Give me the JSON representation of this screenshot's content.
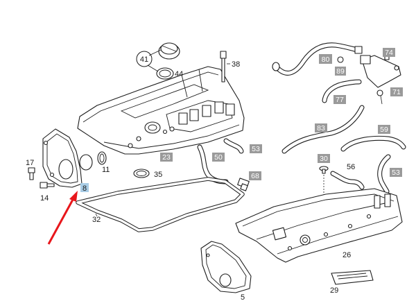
{
  "callouts": [
    {
      "id": "c41",
      "text": "41",
      "style": "circle"
    },
    {
      "id": "c44",
      "text": "44",
      "style": "plain"
    },
    {
      "id": "c38",
      "text": "38",
      "style": "plain"
    },
    {
      "id": "c80",
      "text": "80",
      "style": "box"
    },
    {
      "id": "c89",
      "text": "89",
      "style": "box"
    },
    {
      "id": "c74",
      "text": "74",
      "style": "box"
    },
    {
      "id": "c71",
      "text": "71",
      "style": "box"
    },
    {
      "id": "c77",
      "text": "77",
      "style": "box"
    },
    {
      "id": "c83",
      "text": "83",
      "style": "box"
    },
    {
      "id": "c59",
      "text": "59",
      "style": "box"
    },
    {
      "id": "c53a",
      "text": "53",
      "style": "box"
    },
    {
      "id": "c23",
      "text": "23",
      "style": "box"
    },
    {
      "id": "c50",
      "text": "50",
      "style": "box"
    },
    {
      "id": "c30",
      "text": "30",
      "style": "box"
    },
    {
      "id": "c56",
      "text": "56",
      "style": "plain"
    },
    {
      "id": "c53b",
      "text": "53",
      "style": "box"
    },
    {
      "id": "c17",
      "text": "17",
      "style": "plain"
    },
    {
      "id": "c11",
      "text": "11",
      "style": "plain"
    },
    {
      "id": "c35",
      "text": "35",
      "style": "plain"
    },
    {
      "id": "c68",
      "text": "68",
      "style": "box"
    },
    {
      "id": "c14",
      "text": "14",
      "style": "plain"
    },
    {
      "id": "c8",
      "text": "8",
      "style": "highlight"
    },
    {
      "id": "c32",
      "text": "32",
      "style": "plain"
    },
    {
      "id": "c26",
      "text": "26",
      "style": "plain"
    },
    {
      "id": "c29",
      "text": "29",
      "style": "plain"
    },
    {
      "id": "c5",
      "text": "5",
      "style": "plain"
    }
  ],
  "colors": {
    "highlight_arrow": "#e8161b",
    "highlight_box": "#a9cde6",
    "callout_box": "#9a9a9a",
    "line": "#1c1c1c"
  }
}
